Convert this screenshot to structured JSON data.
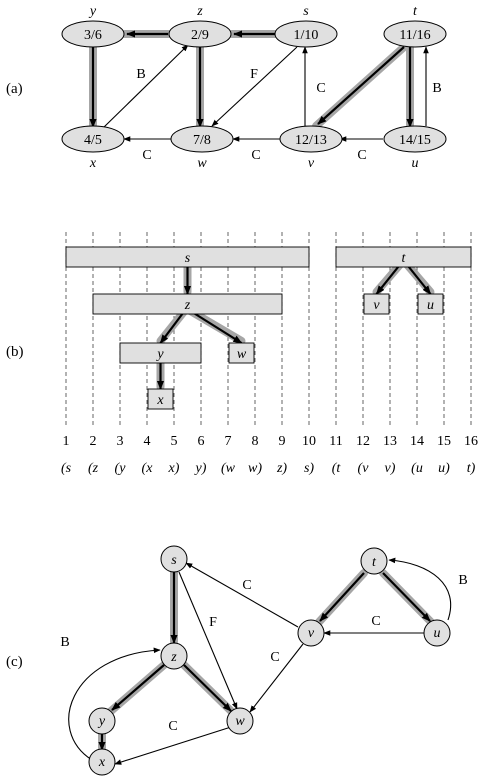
{
  "panels": {
    "a": "(a)",
    "b": "(b)",
    "c": "(c)"
  },
  "colors": {
    "node_fill": "#e0e0e0",
    "highlight": "#a6a6a6",
    "stroke": "#000000"
  },
  "graph_a": {
    "nodes": {
      "y": {
        "label": "y",
        "times": "3/6"
      },
      "z": {
        "label": "z",
        "times": "2/9"
      },
      "s": {
        "label": "s",
        "times": "1/10"
      },
      "t": {
        "label": "t",
        "times": "11/16"
      },
      "x": {
        "label": "x",
        "times": "4/5"
      },
      "w": {
        "label": "w",
        "times": "7/8"
      },
      "v": {
        "label": "v",
        "times": "12/13"
      },
      "u": {
        "label": "u",
        "times": "14/15"
      }
    },
    "edge_labels": {
      "x_z": "B",
      "s_w": "F",
      "v_s": "C",
      "u_t": "B",
      "w_x": "C",
      "v_w": "C",
      "u_v": "C"
    }
  },
  "timeline": {
    "ticks": [
      "1",
      "2",
      "3",
      "4",
      "5",
      "6",
      "7",
      "8",
      "9",
      "10",
      "11",
      "12",
      "13",
      "14",
      "15",
      "16"
    ],
    "parens": [
      "(s",
      "(z",
      "(y",
      "(x",
      "x)",
      "y)",
      "(w",
      "w)",
      "z)",
      "s)",
      "(t",
      "(v",
      "v)",
      "(u",
      "u)",
      "t)"
    ],
    "intervals": {
      "s": {
        "label": "s",
        "start": 1,
        "end": 10
      },
      "z": {
        "label": "z",
        "start": 2,
        "end": 9
      },
      "y": {
        "label": "y",
        "start": 3,
        "end": 6
      },
      "x": {
        "label": "x",
        "start": 4,
        "end": 5
      },
      "w": {
        "label": "w",
        "start": 7,
        "end": 8
      },
      "t": {
        "label": "t",
        "start": 11,
        "end": 16
      },
      "v": {
        "label": "v",
        "start": 12,
        "end": 13
      },
      "u": {
        "label": "u",
        "start": 14,
        "end": 15
      }
    }
  },
  "graph_c": {
    "nodes": {
      "s": "s",
      "z": "z",
      "y": "y",
      "x": "x",
      "w": "w",
      "t": "t",
      "v": "v",
      "u": "u"
    },
    "edge_labels": {
      "v_s": "C",
      "s_w": "F",
      "x_z": "B",
      "v_w": "C",
      "x_w": "C",
      "u_v": "C",
      "u_t": "B"
    }
  }
}
